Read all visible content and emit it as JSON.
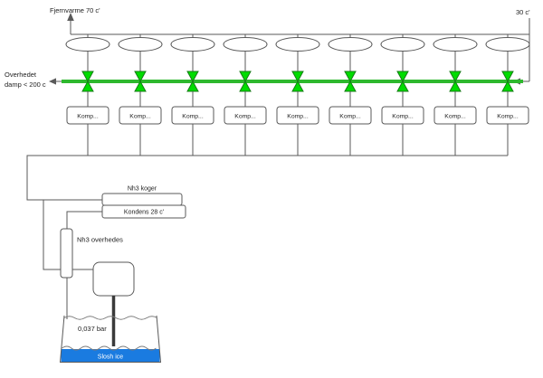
{
  "colors": {
    "line": "#5a5a5a",
    "pipe_green": "#2eb82e",
    "valve_green": "#00dc00",
    "valve_green_dark": "#157a15",
    "slosh_blue": "#1a7be0"
  },
  "top": {
    "fjernvarme_label": "Fjernvarme 70 c'",
    "return_temp_label": "30 c'"
  },
  "steam": {
    "outlet_label_line1": "Overhedet",
    "outlet_label_line2": "damp < 200 c"
  },
  "compressors": [
    {
      "label": "Komp..."
    },
    {
      "label": "Komp..."
    },
    {
      "label": "Komp..."
    },
    {
      "label": "Komp..."
    },
    {
      "label": "Komp..."
    },
    {
      "label": "Komp..."
    },
    {
      "label": "Komp..."
    },
    {
      "label": "Komp..."
    },
    {
      "label": "Komp..."
    }
  ],
  "boiler": {
    "koger_label": "Nh3 koger",
    "kondens_label": "Kondens 28 c'"
  },
  "superheater": {
    "label": "Nh3 overhedes"
  },
  "tank": {
    "pressure_label": "0,037 bar",
    "slosh_ice_label": "Slosh ice"
  }
}
